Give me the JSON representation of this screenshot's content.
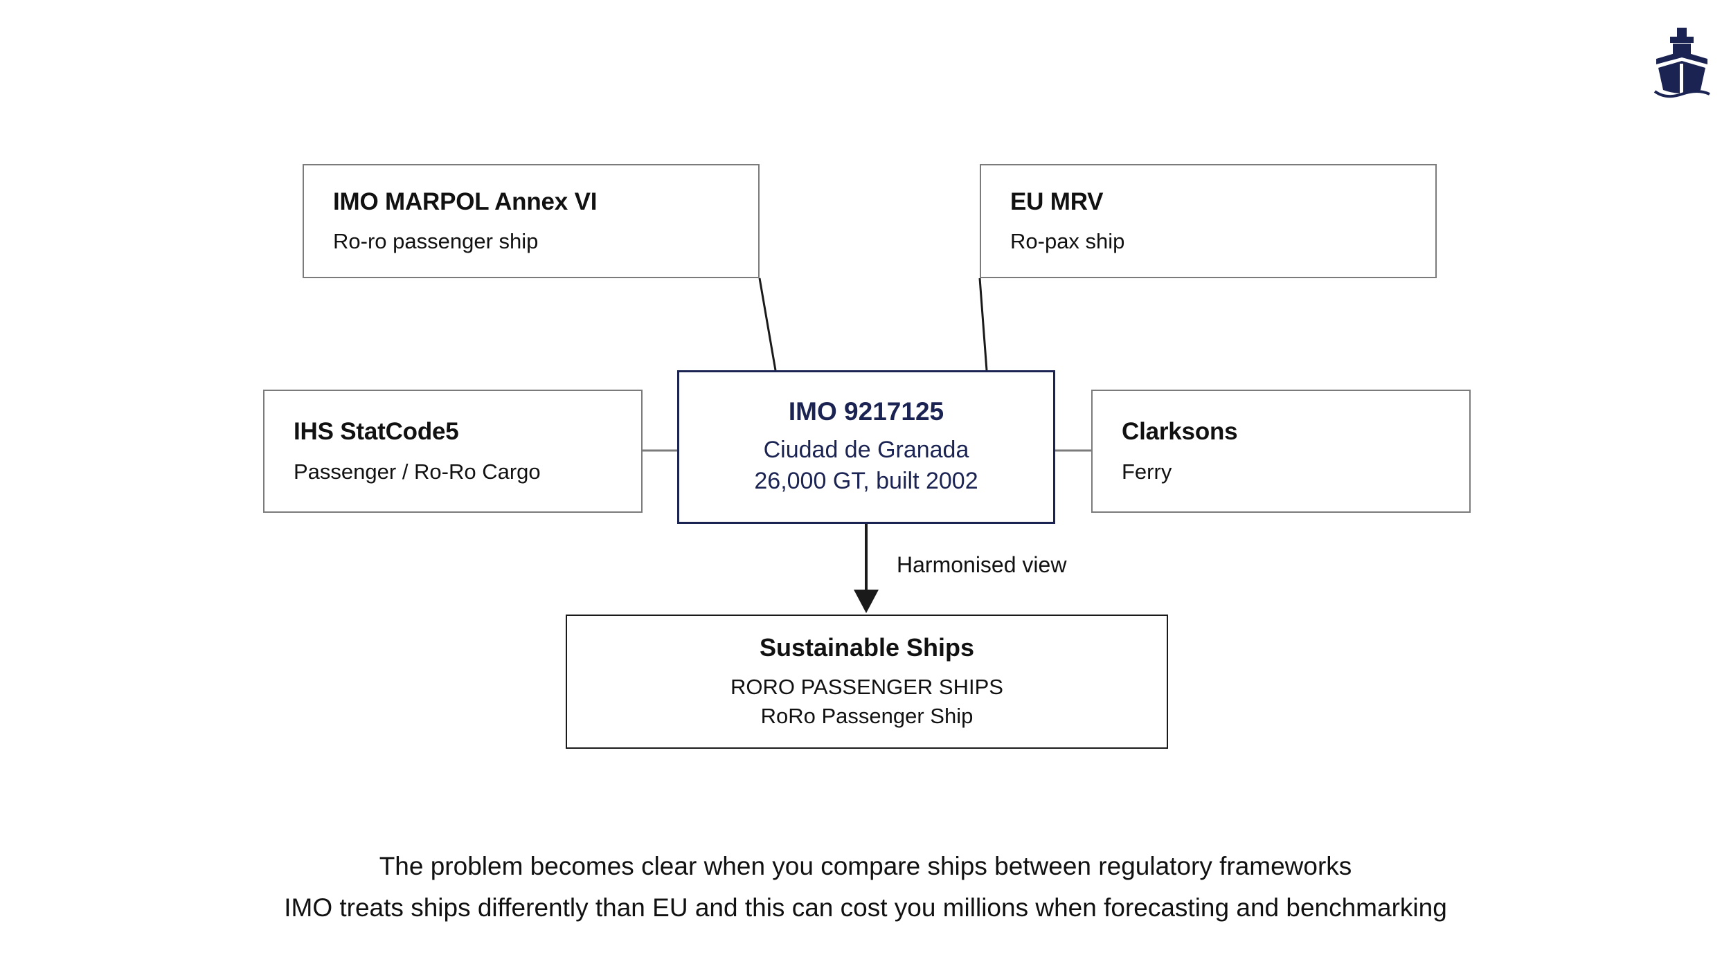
{
  "brand": {
    "logo_icon": "ship-icon",
    "logo_color": "#1b2352"
  },
  "diagram": {
    "type": "node-link",
    "accent_color": "#1b2352",
    "box_border_color": "#7b7b7b",
    "result_border_color": "#1a1a1a",
    "nodes": {
      "marpol": {
        "name": "IMO MARPOL Annex VI",
        "value": "Ro-ro passenger ship"
      },
      "eumrv": {
        "name": "EU MRV",
        "value": "Ro-pax ship"
      },
      "ihs": {
        "name": "IHS StatCode5",
        "value": "Passenger / Ro-Ro Cargo"
      },
      "clarksons": {
        "name": "Clarksons",
        "value": "Ferry"
      },
      "vessel": {
        "imo": "IMO 9217125",
        "vessel_name": "Ciudad de Granada",
        "particulars": "26,000 GT, built 2002"
      },
      "result": {
        "name": "Sustainable Ships",
        "category": "RORO PASSENGER SHIPS",
        "type": "RoRo Passenger Ship"
      }
    },
    "arrow_label": "Harmonised view"
  },
  "captions": {
    "line1": "The problem becomes clear when you compare ships between regulatory frameworks",
    "line2": "IMO treats ships differently than EU and this can cost you millions when forecasting and benchmarking"
  }
}
